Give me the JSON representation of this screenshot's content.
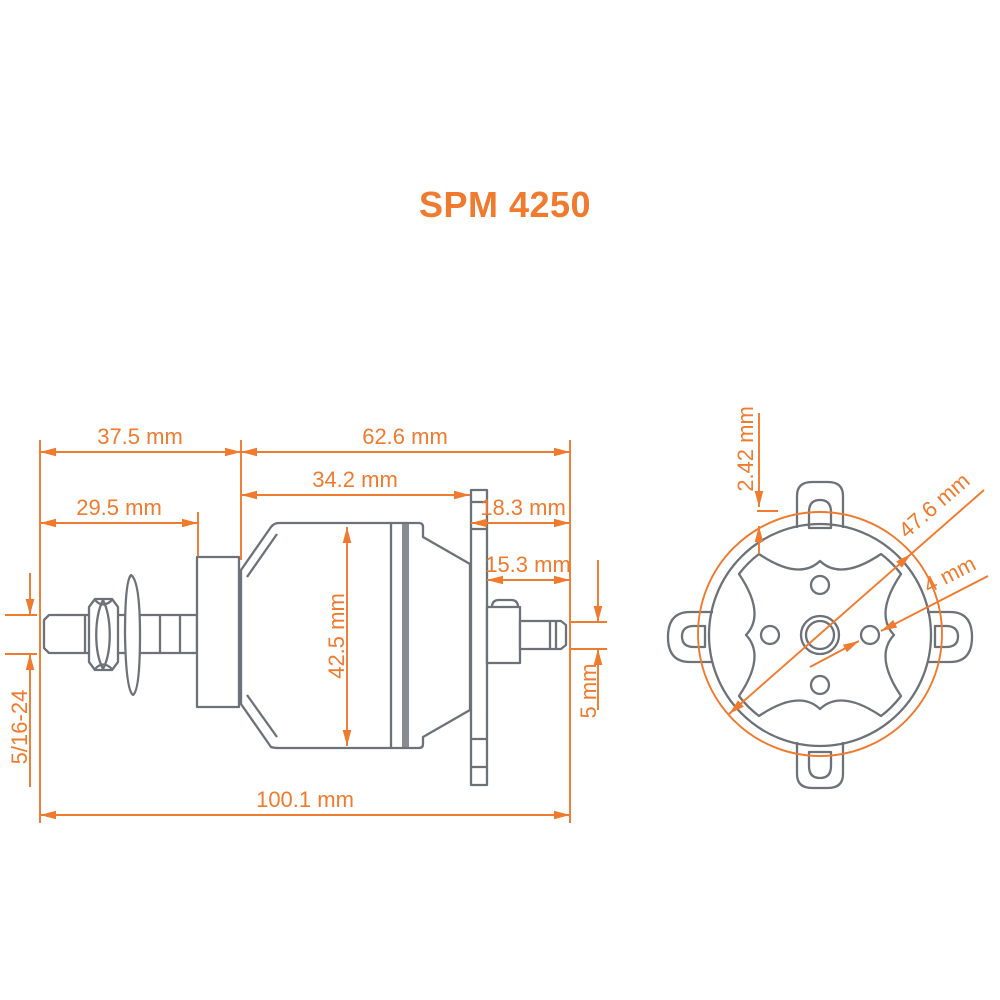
{
  "title": "SPM 4250",
  "colors": {
    "accent_orange": "#F07A2E",
    "drawing_gray": "#6D7278",
    "background": "#FFFFFF"
  },
  "side_view": {
    "dimensions": {
      "shaft_side_length": "37.5 mm",
      "body_side_length": "62.6 mm",
      "bell_length": "34.2 mm",
      "prop_shaft_length": "29.5 mm",
      "plate_to_shaft_tip": "18.3 mm",
      "rear_shaft_length": "15.3 mm",
      "bell_diameter": "42.5 mm",
      "prop_shaft_thread": "5/16-24",
      "rear_shaft_diameter": "5 mm",
      "overall_length": "100.1 mm"
    }
  },
  "front_view": {
    "dimensions": {
      "ring_offset": "2.42 mm",
      "bolt_circle_diameter": "47.6 mm",
      "mount_hole_diameter": "4 mm"
    }
  }
}
